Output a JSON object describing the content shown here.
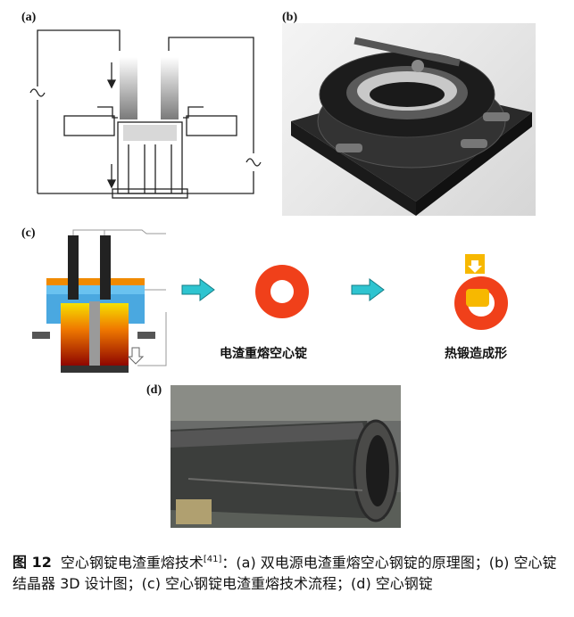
{
  "figure": {
    "panels": {
      "a": {
        "label": "(a)"
      },
      "b": {
        "label": "(b)"
      },
      "c": {
        "label": "(c)",
        "step1_label": "电渣重熔空心锭",
        "step2_label": "热锻造成形"
      },
      "d": {
        "label": "(d)"
      }
    },
    "caption": {
      "label": "图 12",
      "text": "空心钢锭电渣重熔技术",
      "ref": "[41]",
      "rest": "：(a) 双电源电渣重熔空心钢锭的原理图；(b) 空心锭结晶器 3D 设计图；(c) 空心钢锭电渣重熔技术流程；(d) 空心钢锭"
    },
    "colors": {
      "arrow_cyan": "#2ec4d0",
      "ring_red": "#f0401a",
      "ingot_yellow": "#f7b800"
    }
  }
}
